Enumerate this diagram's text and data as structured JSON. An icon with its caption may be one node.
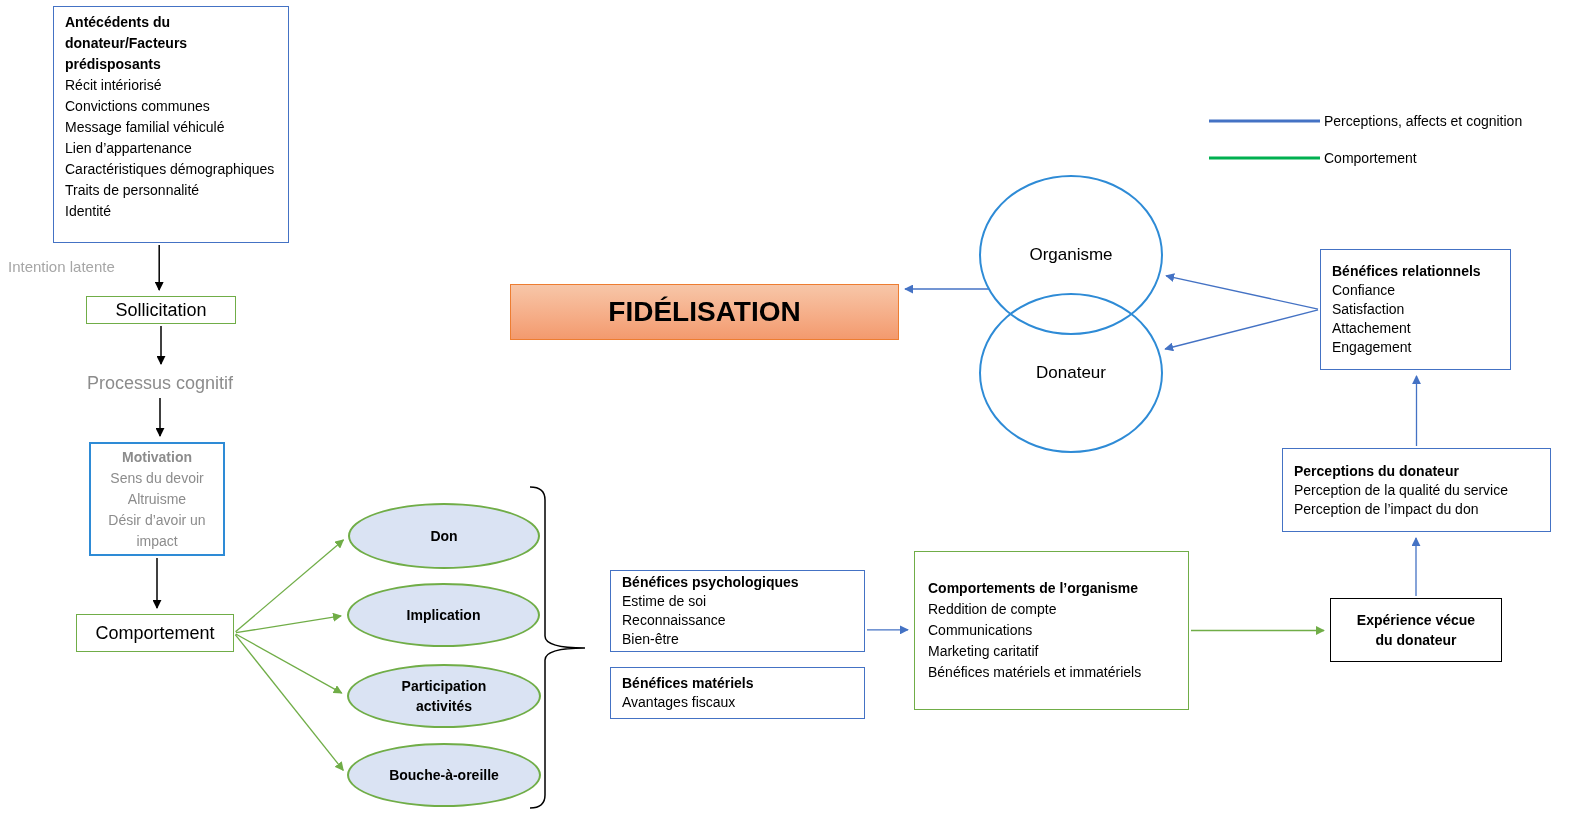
{
  "diagram": {
    "nodes": [
      {
        "text": [
          "Antécédents du donateur/Facteurs prédisposants",
          "Récit intériorisé",
          "Convictions communes",
          "Message familial véhiculé",
          "Lien d’appartenance",
          "Caractéristiques démographiques",
          "Traits de personnalité",
          "Identité"
        ]
      },
      {
        "text": [
          "Sollicitation"
        ]
      },
      {
        "text": [
          "Processus cognitif"
        ]
      },
      {
        "text": [
          "Motivation",
          "Sens du devoir",
          "Altruisme",
          "Désir d’avoir un impact"
        ]
      },
      {
        "text": [
          "Comportement"
        ]
      },
      {
        "text": [
          "Don"
        ]
      },
      {
        "text": [
          "Implication"
        ]
      },
      {
        "text": [
          "Participation activités"
        ]
      },
      {
        "text": [
          "Bouche-à-oreille"
        ]
      },
      {
        "text": [
          "Bénéfices psychologiques",
          "Estime de soi",
          "Reconnaissance",
          "Bien-être"
        ]
      },
      {
        "text": [
          "Bénéfices matériels",
          "Avantages fiscaux"
        ]
      },
      {
        "text": [
          "Comportements de l’organisme",
          "Reddition de compte",
          "Communications",
          "Marketing caritatif",
          "Bénéfices matériels et immatériels"
        ]
      },
      {
        "text": [
          "Expérience vécue du donateur"
        ]
      },
      {
        "text": [
          "Perceptions du donateur",
          "Perception de la qualité du service",
          "Perception de l’impact du don"
        ]
      },
      {
        "text": [
          "Bénéfices relationnels",
          "Confiance",
          "Satisfaction",
          "Attachement",
          "Engagement"
        ]
      },
      {
        "text": [
          "Organisme"
        ]
      },
      {
        "text": [
          "Donateur"
        ]
      },
      {
        "text": [
          "FIDÉLISATION"
        ]
      }
    ],
    "edges": [
      {
        "from": 0,
        "to": 1,
        "arrow": "to",
        "color": "#000000"
      },
      {
        "from": 1,
        "to": 2,
        "arrow": "to",
        "color": "#000000"
      },
      {
        "from": 2,
        "to": 3,
        "arrow": "to",
        "color": "#000000"
      },
      {
        "from": 3,
        "to": 4,
        "arrow": "to",
        "color": "#000000"
      },
      {
        "from": 4,
        "to": 5,
        "arrow": "to",
        "color": "#70ad47"
      },
      {
        "from": 4,
        "to": 6,
        "arrow": "to",
        "color": "#70ad47"
      },
      {
        "from": 4,
        "to": 7,
        "arrow": "to",
        "color": "#70ad47"
      },
      {
        "from": 4,
        "to": 8,
        "arrow": "to",
        "color": "#70ad47"
      },
      {
        "from": 9,
        "to": 11,
        "arrow": "to"
      },
      {
        "from": 11,
        "to": 12,
        "arrow": "to",
        "color": "#70ad47"
      },
      {
        "from": 12,
        "to": 13,
        "arrow": "to"
      },
      {
        "from": 13,
        "to": 14,
        "arrow": "to"
      },
      {
        "from": 14,
        "to": 15,
        "arrow": "to"
      },
      {
        "from": 14,
        "to": 16,
        "arrow": "to"
      },
      {
        "from": 15,
        "to": 17,
        "arrow": "to"
      }
    ],
    "labels": [
      "Intention latente"
    ],
    "legend": [
      {
        "text": "Perceptions, affects et cognition"
      },
      {
        "text": "Comportement"
      }
    ]
  }
}
